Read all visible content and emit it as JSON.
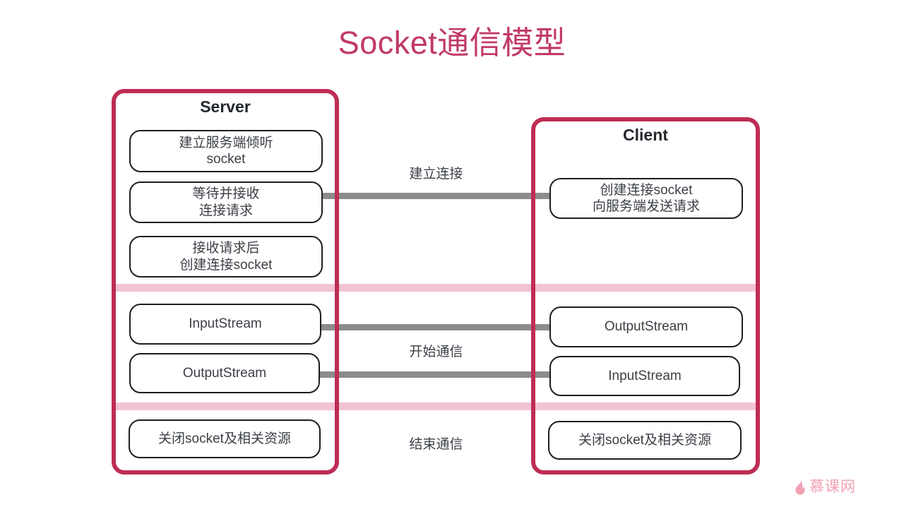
{
  "title": "Socket通信模型",
  "theme": {
    "accent": "#be2d55",
    "title_color": "#c1396a",
    "divider_pink": "#f2c3d3",
    "connector_gray": "#8c8c8c",
    "box_border": "#1b1e23",
    "text_color": "#3b3f46",
    "watermark_color": "#f0a2b4"
  },
  "server": {
    "title": "Server",
    "steps": [
      {
        "line1": "建立服务端倾听",
        "line2": "socket"
      },
      {
        "line1": "等待并接收",
        "line2": "连接请求"
      },
      {
        "line1": "接收请求后",
        "line2": "创建连接socket"
      },
      {
        "line1": "InputStream",
        "line2": ""
      },
      {
        "line1": "OutputStream",
        "line2": ""
      },
      {
        "line1": "关闭socket及相关资源",
        "line2": ""
      }
    ]
  },
  "client": {
    "title": "Client",
    "steps": [
      {
        "line1": "创建连接socket",
        "line2": "向服务端发送请求"
      },
      {
        "line1": "OutputStream",
        "line2": ""
      },
      {
        "line1": "InputStream",
        "line2": ""
      },
      {
        "line1": "关闭socket及相关资源",
        "line2": ""
      }
    ]
  },
  "phases": [
    {
      "label": "建立连接"
    },
    {
      "label": "开始通信"
    },
    {
      "label": "结束通信"
    }
  ],
  "watermark": {
    "text": "慕课网",
    "icon": "flame-icon"
  }
}
